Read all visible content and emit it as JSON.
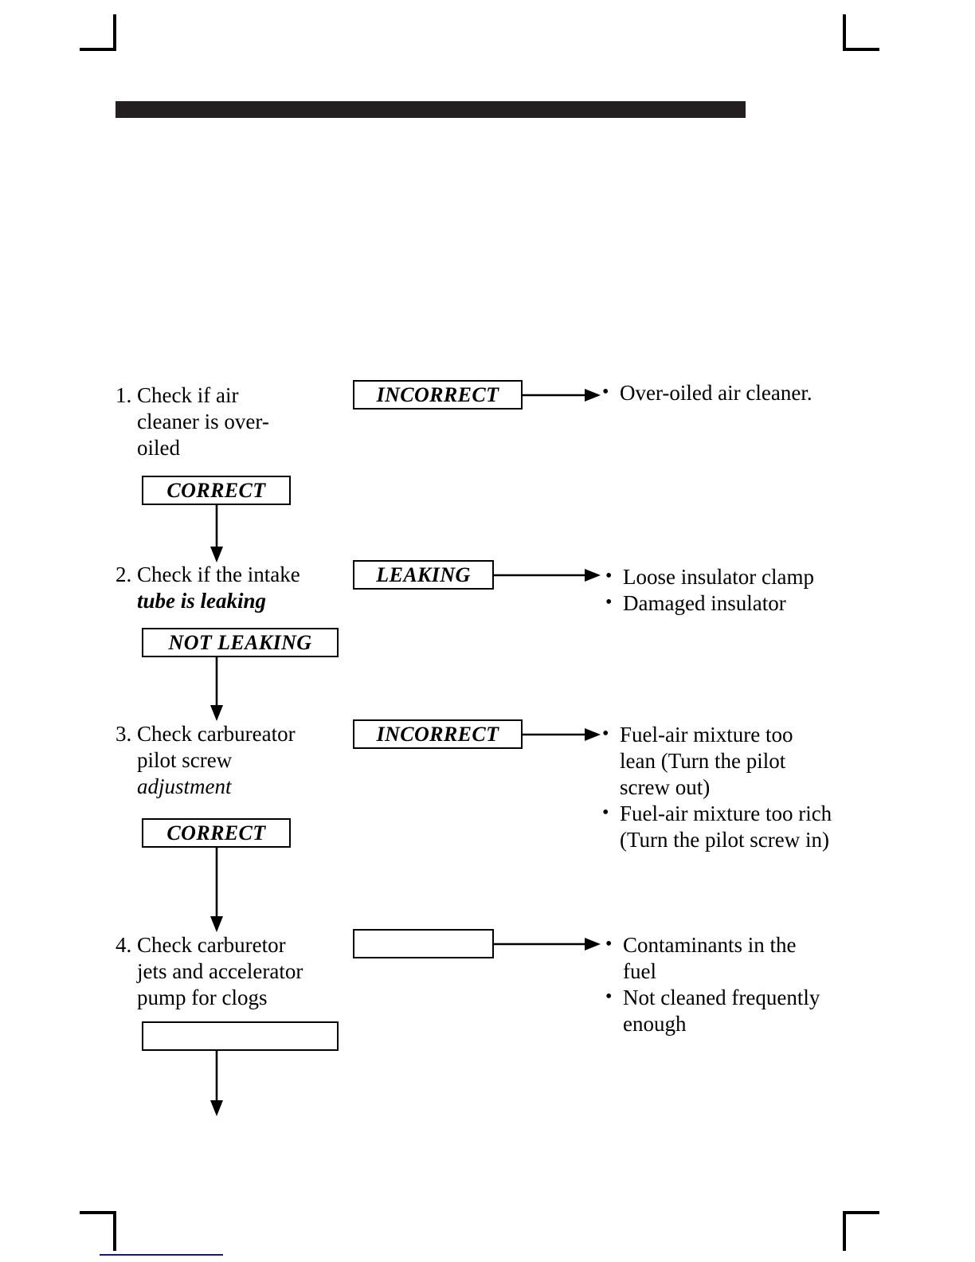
{
  "page": {
    "background_color": "#ffffff",
    "header_bar_color": "#231f20",
    "bottom_rule_color": "#191970",
    "ink_color": "#000000"
  },
  "crop_marks": [
    {
      "name": "top-left"
    },
    {
      "name": "top-right"
    },
    {
      "name": "bottom-left"
    },
    {
      "name": "bottom-right"
    }
  ],
  "flowchart": {
    "type": "troubleshooting-flowchart",
    "steps": [
      {
        "number": "1.",
        "text": "Check if air\ncleaner is over-\noiled",
        "emphasis": "",
        "emphasis_style": "",
        "branch_label": "INCORRECT",
        "pass_label": "CORRECT",
        "causes": [
          "Over-oiled air cleaner."
        ]
      },
      {
        "number": "2.",
        "text": "Check if the intake\n",
        "emphasis": "tube is leaking",
        "emphasis_style": "bold-italic",
        "branch_label": "LEAKING",
        "pass_label": "NOT LEAKING",
        "causes": [
          "Loose insulator clamp",
          "Damaged insulator"
        ]
      },
      {
        "number": "3.",
        "text": "Check carbureator\npilot screw\n",
        "emphasis": "adjustment",
        "emphasis_style": "italic",
        "branch_label": "INCORRECT",
        "pass_label": "CORRECT",
        "causes": [
          "Fuel-air mixture too\nlean (Turn the pilot\nscrew out)",
          "Fuel-air mixture too rich\n(Turn the pilot screw in)"
        ]
      },
      {
        "number": "4.",
        "text": "Check carburetor\njets and accelerator\npump for clogs",
        "emphasis": "",
        "emphasis_style": "",
        "branch_label": "",
        "pass_label": "",
        "causes": [
          "Contaminants in the\nfuel",
          "Not cleaned frequently\nenough"
        ]
      }
    ]
  }
}
